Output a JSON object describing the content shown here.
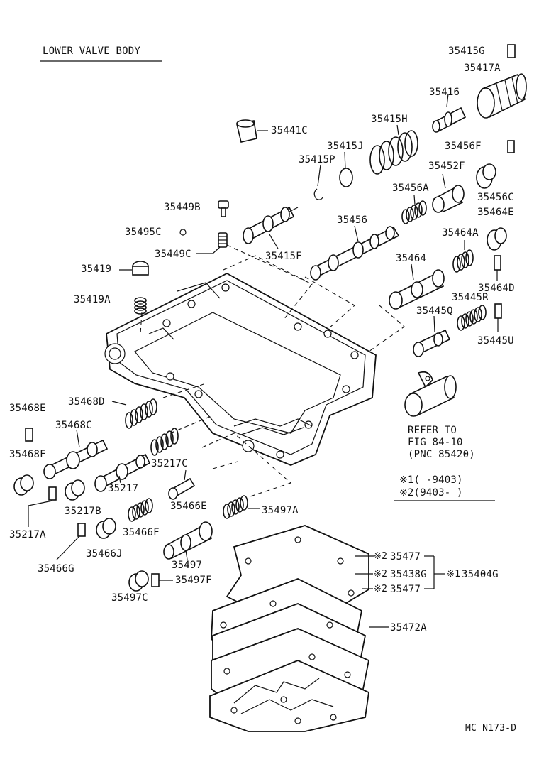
{
  "title": "LOWER VALVE BODY",
  "footer_code": "MC N173-D",
  "refer": {
    "line1": "REFER TO",
    "line2": "FIG 84-10",
    "line3": "(PNC 85420)"
  },
  "legend": {
    "row1": "※1(     -9403)",
    "row2": "※2(9403-      )"
  },
  "parts": {
    "p35415G": "35415G",
    "p35417A": "35417A",
    "p35416": "35416",
    "p35441C": "35441C",
    "p35415H": "35415H",
    "p35415J": "35415J",
    "p35456F": "35456F",
    "p35415P": "35415P",
    "p35452F": "35452F",
    "p35456A": "35456A",
    "p35456C": "35456C",
    "p35449B": "35449B",
    "p35464E": "35464E",
    "p35456": "35456",
    "p35495C": "35495C",
    "p35464A": "35464A",
    "p35449C": "35449C",
    "p35415F": "35415F",
    "p35464": "35464",
    "p35419": "35419",
    "p35464D": "35464D",
    "p35445R": "35445R",
    "p35419A": "35419A",
    "p35445Q": "35445Q",
    "p35445U": "35445U",
    "p35468E": "35468E",
    "p35468D": "35468D",
    "p35468C": "35468C",
    "p35468F": "35468F",
    "p35217C": "35217C",
    "p35217": "35217",
    "p35466E": "35466E",
    "p35497A": "35497A",
    "p35217B": "35217B",
    "p35217A": "35217A",
    "p35466F": "35466F",
    "p35466J": "35466J",
    "p35497": "35497",
    "p35466G": "35466G",
    "p35497F": "35497F",
    "p35497C": "35497C",
    "p35477a": "35477",
    "p35438G": "35438G",
    "p35404G": "35404G",
    "p35477b": "35477",
    "p35472A": "35472A"
  },
  "marks": {
    "m2a": "※2",
    "m2b": "※2",
    "m2c": "※2",
    "m1": "※1"
  }
}
